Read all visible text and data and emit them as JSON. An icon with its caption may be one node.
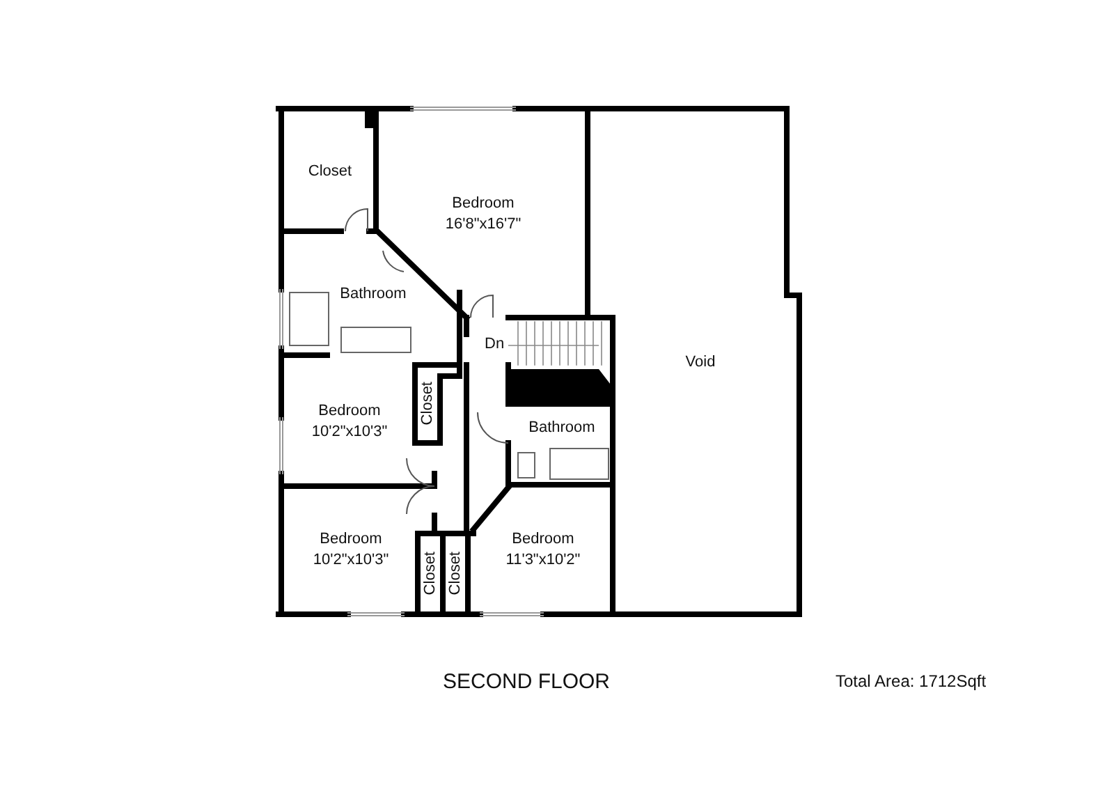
{
  "diagram": {
    "title": "SECOND FLOOR",
    "nodes": [
      {
        "text": [
          "Closet"
        ]
      },
      {
        "text": [
          "Bedroom",
          "16'8\"x16'7\""
        ]
      },
      {
        "text": [
          "Void"
        ]
      },
      {
        "text": [
          "Bathroom"
        ]
      },
      {
        "text": [
          "Closet"
        ]
      },
      {
        "text": [
          "Bedroom",
          "10'2\"x10'3\""
        ]
      },
      {
        "text": [
          "Bathroom"
        ]
      },
      {
        "text": [
          "Bedroom",
          "10'2\"x10'3\""
        ]
      },
      {
        "text": [
          "Closet"
        ]
      },
      {
        "text": [
          "Closet"
        ]
      },
      {
        "text": [
          "Bedroom",
          "11'3\"x10'2\""
        ]
      }
    ],
    "labels": [
      "Dn",
      "Total Area: 1712Sqft"
    ]
  }
}
